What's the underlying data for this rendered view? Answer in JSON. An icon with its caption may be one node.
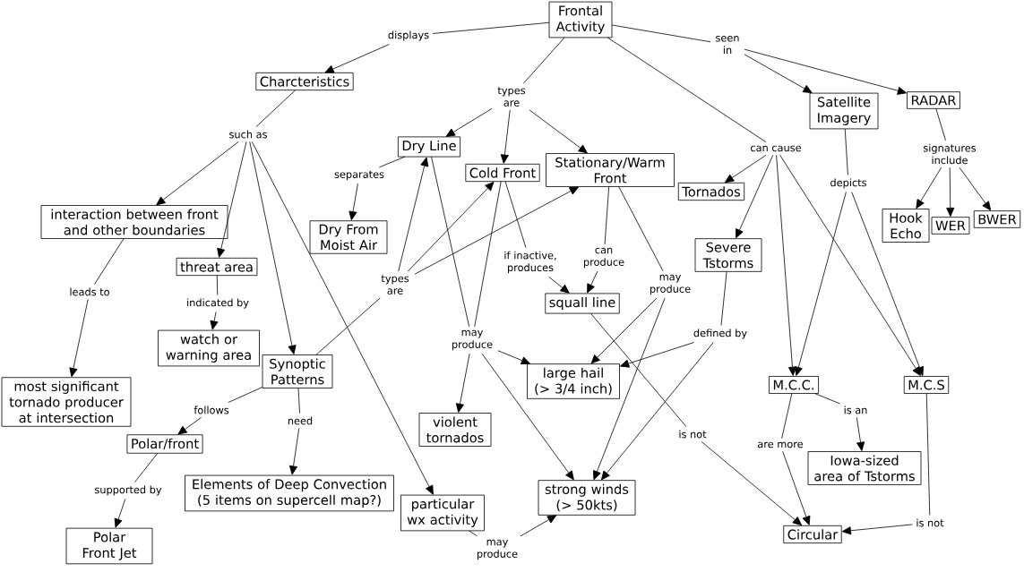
{
  "diagram": {
    "nodes": [
      {
        "text": [
          "Frontal Activity"
        ]
      },
      {
        "text": [
          "displays"
        ]
      },
      {
        "text": [
          "seen in"
        ]
      },
      {
        "text": [
          "Charcteristics"
        ]
      },
      {
        "text": [
          "types are"
        ]
      },
      {
        "text": [
          "RADAR"
        ]
      },
      {
        "text": [
          "Satellite Imagery"
        ]
      },
      {
        "text": [
          "such as"
        ]
      },
      {
        "text": [
          "Dry Line"
        ]
      },
      {
        "text": [
          "can cause"
        ]
      },
      {
        "text": [
          "signatures include"
        ]
      },
      {
        "text": [
          "Stationary/Warm Front"
        ]
      },
      {
        "text": [
          "Cold Front"
        ]
      },
      {
        "text": [
          "separates"
        ]
      },
      {
        "text": [
          "depicts"
        ]
      },
      {
        "text": [
          "Tornados"
        ]
      },
      {
        "text": [
          "BWER"
        ]
      },
      {
        "text": [
          "interaction between front and other boundaries"
        ]
      },
      {
        "text": [
          "Hook Echo"
        ]
      },
      {
        "text": [
          "WER"
        ]
      },
      {
        "text": [
          "Dry From Moist Air"
        ]
      },
      {
        "text": [
          "Severe Tstorms"
        ]
      },
      {
        "text": [
          "can produce"
        ]
      },
      {
        "text": [
          "if inactive, produces"
        ]
      },
      {
        "text": [
          "threat area"
        ]
      },
      {
        "text": [
          "types are"
        ]
      },
      {
        "text": [
          "may produce"
        ]
      },
      {
        "text": [
          "leads to"
        ]
      },
      {
        "text": [
          "squall line"
        ]
      },
      {
        "text": [
          "indicated by"
        ]
      },
      {
        "text": [
          "defined by"
        ]
      },
      {
        "text": [
          "may produce"
        ]
      },
      {
        "text": [
          "watch or warning area"
        ]
      },
      {
        "text": [
          "Synoptic Patterns"
        ]
      },
      {
        "text": [
          "large hail (> 3/4 inch)"
        ]
      },
      {
        "text": [
          "M.C.C."
        ]
      },
      {
        "text": [
          "M.C.S"
        ]
      },
      {
        "text": [
          "most significant tornado producer at intersection"
        ]
      },
      {
        "text": [
          "is an"
        ]
      },
      {
        "text": [
          "follows"
        ]
      },
      {
        "text": [
          "need"
        ]
      },
      {
        "text": [
          "violent tornados"
        ]
      },
      {
        "text": [
          "is not"
        ]
      },
      {
        "text": [
          "Polar/front"
        ]
      },
      {
        "text": [
          "are more"
        ]
      },
      {
        "text": [
          "Iowa-sized area of Tstorms"
        ]
      },
      {
        "text": [
          "supported by"
        ]
      },
      {
        "text": [
          "Elements of Deep Convection (5 items on supercell map?)"
        ]
      },
      {
        "text": [
          "strong winds (> 50kts)"
        ]
      },
      {
        "text": [
          "particular wx activity"
        ]
      },
      {
        "text": [
          "is not"
        ]
      },
      {
        "text": [
          "Circular"
        ]
      },
      {
        "text": [
          "Polar Front Jet"
        ]
      },
      {
        "text": [
          "may produce"
        ]
      }
    ],
    "edges": [
      {
        "from": 0,
        "to": 1,
        "arrow": "none"
      },
      {
        "from": 1,
        "to": 3,
        "arrow": "to"
      },
      {
        "from": 0,
        "to": 4,
        "arrow": "none"
      },
      {
        "from": 4,
        "to": 8,
        "arrow": "to"
      },
      {
        "from": 4,
        "to": 12,
        "arrow": "to"
      },
      {
        "from": 4,
        "to": 11,
        "arrow": "to"
      },
      {
        "from": 0,
        "to": 2,
        "arrow": "none"
      },
      {
        "from": 2,
        "to": 6,
        "arrow": "to"
      },
      {
        "from": 2,
        "to": 5,
        "arrow": "to"
      },
      {
        "from": 0,
        "to": 9,
        "arrow": "none"
      },
      {
        "from": 9,
        "to": 15,
        "arrow": "to"
      },
      {
        "from": 9,
        "to": 21,
        "arrow": "to"
      },
      {
        "from": 9,
        "to": 35,
        "arrow": "to"
      },
      {
        "from": 9,
        "to": 36,
        "arrow": "to"
      },
      {
        "from": 3,
        "to": 7,
        "arrow": "none"
      },
      {
        "from": 7,
        "to": 17,
        "arrow": "to"
      },
      {
        "from": 7,
        "to": 24,
        "arrow": "to"
      },
      {
        "from": 7,
        "to": 33,
        "arrow": "to"
      },
      {
        "from": 7,
        "to": 49,
        "arrow": "to"
      },
      {
        "from": 8,
        "to": 13,
        "arrow": "none"
      },
      {
        "from": 13,
        "to": 20,
        "arrow": "to"
      },
      {
        "from": 6,
        "to": 14,
        "arrow": "none"
      },
      {
        "from": 14,
        "to": 35,
        "arrow": "to"
      },
      {
        "from": 14,
        "to": 36,
        "arrow": "to"
      },
      {
        "from": 5,
        "to": 10,
        "arrow": "none"
      },
      {
        "from": 10,
        "to": 18,
        "arrow": "to"
      },
      {
        "from": 10,
        "to": 19,
        "arrow": "to"
      },
      {
        "from": 10,
        "to": 16,
        "arrow": "to"
      },
      {
        "from": 17,
        "to": 27,
        "arrow": "none"
      },
      {
        "from": 27,
        "to": 37,
        "arrow": "to"
      },
      {
        "from": 24,
        "to": 29,
        "arrow": "none"
      },
      {
        "from": 29,
        "to": 32,
        "arrow": "to"
      },
      {
        "from": 33,
        "to": 25,
        "arrow": "none"
      },
      {
        "from": 25,
        "to": 8,
        "arrow": "to"
      },
      {
        "from": 25,
        "to": 12,
        "arrow": "to"
      },
      {
        "from": 25,
        "to": 11,
        "arrow": "to"
      },
      {
        "from": 12,
        "to": 23,
        "arrow": "none"
      },
      {
        "from": 23,
        "to": 28,
        "arrow": "to"
      },
      {
        "from": 11,
        "to": 22,
        "arrow": "none"
      },
      {
        "from": 22,
        "to": 28,
        "arrow": "to"
      },
      {
        "from": 11,
        "to": 26,
        "arrow": "none"
      },
      {
        "from": 26,
        "to": 34,
        "arrow": "to"
      },
      {
        "from": 26,
        "to": 48,
        "arrow": "to"
      },
      {
        "from": 8,
        "to": 31,
        "arrow": "none"
      },
      {
        "from": 12,
        "to": 31,
        "arrow": "none"
      },
      {
        "from": 31,
        "to": 34,
        "arrow": "to"
      },
      {
        "from": 31,
        "to": 41,
        "arrow": "to"
      },
      {
        "from": 31,
        "to": 48,
        "arrow": "to"
      },
      {
        "from": 21,
        "to": 30,
        "arrow": "none"
      },
      {
        "from": 30,
        "to": 34,
        "arrow": "to"
      },
      {
        "from": 30,
        "to": 48,
        "arrow": "to"
      },
      {
        "from": 28,
        "to": 42,
        "arrow": "none"
      },
      {
        "from": 42,
        "to": 51,
        "arrow": "to"
      },
      {
        "from": 33,
        "to": 39,
        "arrow": "none"
      },
      {
        "from": 39,
        "to": 43,
        "arrow": "to"
      },
      {
        "from": 33,
        "to": 40,
        "arrow": "none"
      },
      {
        "from": 40,
        "to": 47,
        "arrow": "to"
      },
      {
        "from": 43,
        "to": 46,
        "arrow": "none"
      },
      {
        "from": 46,
        "to": 52,
        "arrow": "to"
      },
      {
        "from": 49,
        "to": 53,
        "arrow": "none"
      },
      {
        "from": 53,
        "to": 48,
        "arrow": "to"
      },
      {
        "from": 35,
        "to": 38,
        "arrow": "none"
      },
      {
        "from": 38,
        "to": 45,
        "arrow": "to"
      },
      {
        "from": 35,
        "to": 44,
        "arrow": "none"
      },
      {
        "from": 44,
        "to": 51,
        "arrow": "to"
      },
      {
        "from": 36,
        "to": 50,
        "arrow": "none"
      },
      {
        "from": 50,
        "to": 51,
        "arrow": "to"
      }
    ]
  }
}
